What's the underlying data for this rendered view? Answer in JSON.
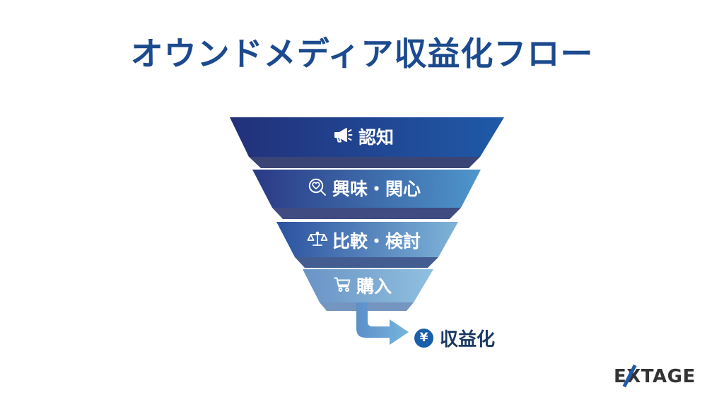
{
  "slide": {
    "title": "オウンドメディア収益化フロー",
    "title_color": "#1c4a8e",
    "background_color": "#ffffff"
  },
  "funnel": {
    "stages": [
      {
        "id": "awareness",
        "label": "認知",
        "icon": "megaphone-icon",
        "gradient_from": "#22307a",
        "gradient_to": "#1f5aa8",
        "shadow_color": "#18255e"
      },
      {
        "id": "interest",
        "label": "興味・関心",
        "icon": "magnifier-heart-icon",
        "gradient_from": "#2a3a85",
        "gradient_to": "#4f96cc",
        "shadow_color": "#1d2c6b"
      },
      {
        "id": "comparison",
        "label": "比較・検討",
        "icon": "balance-scale-icon",
        "gradient_from": "#2b52a0",
        "gradient_to": "#7fb4d8",
        "shadow_color": "#22417e"
      },
      {
        "id": "purchase",
        "label": "購入",
        "icon": "shopping-cart-icon",
        "gradient_from": "#6a93c4",
        "gradient_to": "#8fc0e0",
        "shadow_color": "#5a83b4"
      }
    ],
    "arrow": {
      "name": "flow-arrow",
      "gradient_from": "#5b8fc9",
      "gradient_to": "#76b5dd"
    }
  },
  "outcome": {
    "label": "収益化",
    "badge_symbol": "¥",
    "badge_color": "#1a5fa8",
    "label_color": "#1b3a63"
  },
  "logo": {
    "text": "EXTAGE",
    "text_color": "#333333",
    "accent_color": "#1f5aa8"
  }
}
